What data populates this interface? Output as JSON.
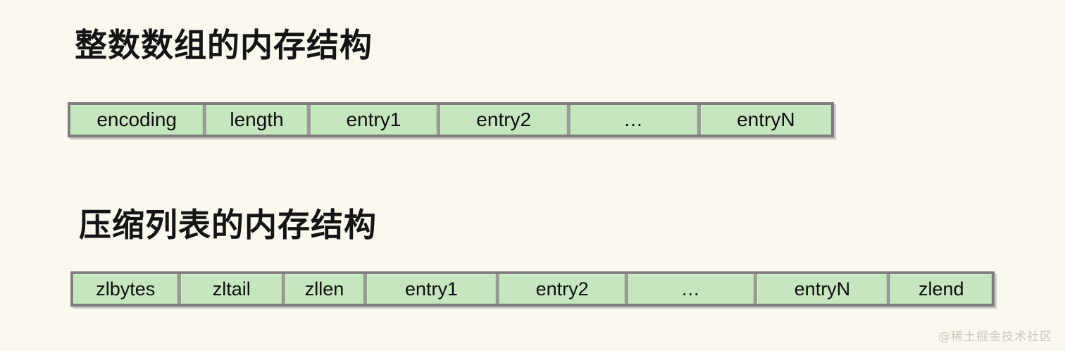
{
  "page": {
    "background_color": "#faf8ef",
    "box_fill_color": "#c6e6bf",
    "box_border_color": "#7e7e7e",
    "text_color": "#0d0d0d"
  },
  "sections": [
    {
      "title": "整数数组的内存结构",
      "cells": [
        {
          "label": "encoding",
          "width": 189
        },
        {
          "label": "length",
          "width": 143
        },
        {
          "label": "entry1",
          "width": 180
        },
        {
          "label": "entry2",
          "width": 181
        },
        {
          "label": "…",
          "width": 180
        },
        {
          "label": "entryN",
          "width": 186
        }
      ]
    },
    {
      "title": "压缩列表的内存结构",
      "cells": [
        {
          "label": "zlbytes",
          "width": 150
        },
        {
          "label": "zltail",
          "width": 144
        },
        {
          "label": "zllen",
          "width": 112
        },
        {
          "label": "entry1",
          "width": 185
        },
        {
          "label": "entry2",
          "width": 180
        },
        {
          "label": "…",
          "width": 180
        },
        {
          "label": "entryN",
          "width": 186
        },
        {
          "label": "zlend",
          "width": 145
        }
      ]
    }
  ],
  "watermark": {
    "text": "@稀土掘金技术社区"
  }
}
